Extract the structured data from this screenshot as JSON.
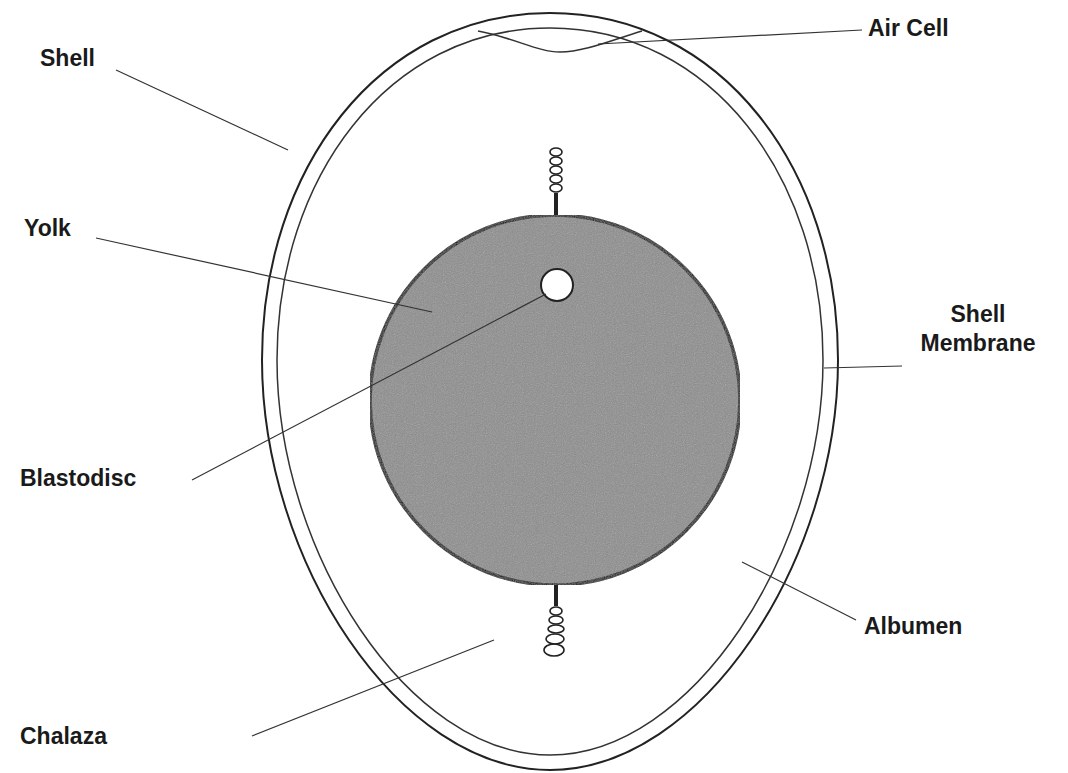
{
  "diagram": {
    "labels": [
      "Air Cell",
      "Shell",
      "Yolk",
      "Shell Membrane",
      "Blastodisc",
      "Albumen",
      "Chalaza"
    ]
  }
}
